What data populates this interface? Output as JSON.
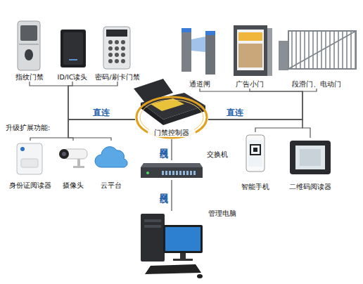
{
  "diagram": {
    "nodes": [
      {
        "text": [
          "指纹门禁"
        ]
      },
      {
        "text": [
          "ID/IC读头"
        ]
      },
      {
        "text": [
          "密码/刷卡门禁"
        ]
      },
      {
        "text": [
          "通道闸"
        ]
      },
      {
        "text": [
          "广告小门"
        ]
      },
      {
        "text": [
          "段滑门、电动门"
        ]
      },
      {
        "text": [
          "门禁控制器"
        ]
      },
      {
        "text": [
          "身份证阅读器"
        ]
      },
      {
        "text": [
          "摄像头"
        ]
      },
      {
        "text": [
          "云平台"
        ]
      },
      {
        "text": [
          "智能手机"
        ]
      },
      {
        "text": [
          "二维码阅读器"
        ]
      },
      {
        "text": [
          "交换机"
        ]
      },
      {
        "text": [
          "管理电脑"
        ]
      }
    ],
    "edges": [
      {
        "from": 6,
        "to": 0,
        "label": "直连",
        "arrow": "none"
      },
      {
        "from": 6,
        "to": 1,
        "arrow": "none"
      },
      {
        "from": 6,
        "to": 2,
        "arrow": "none"
      },
      {
        "from": 6,
        "to": 7,
        "arrow": "none"
      },
      {
        "from": 6,
        "to": 8,
        "arrow": "none"
      },
      {
        "from": 6,
        "to": 9,
        "arrow": "none"
      },
      {
        "from": 6,
        "to": 3,
        "label": "直连",
        "arrow": "none"
      },
      {
        "from": 6,
        "to": 4,
        "arrow": "none"
      },
      {
        "from": 6,
        "to": 5,
        "arrow": "none"
      },
      {
        "from": 6,
        "to": 10,
        "arrow": "none"
      },
      {
        "from": 6,
        "to": 11,
        "arrow": "none"
      },
      {
        "from": 6,
        "to": 12,
        "label": "网线",
        "arrow": "none"
      },
      {
        "from": 12,
        "to": 13,
        "label": "网线",
        "arrow": "none"
      }
    ],
    "labels": [
      "升级扩展功能:"
    ]
  }
}
